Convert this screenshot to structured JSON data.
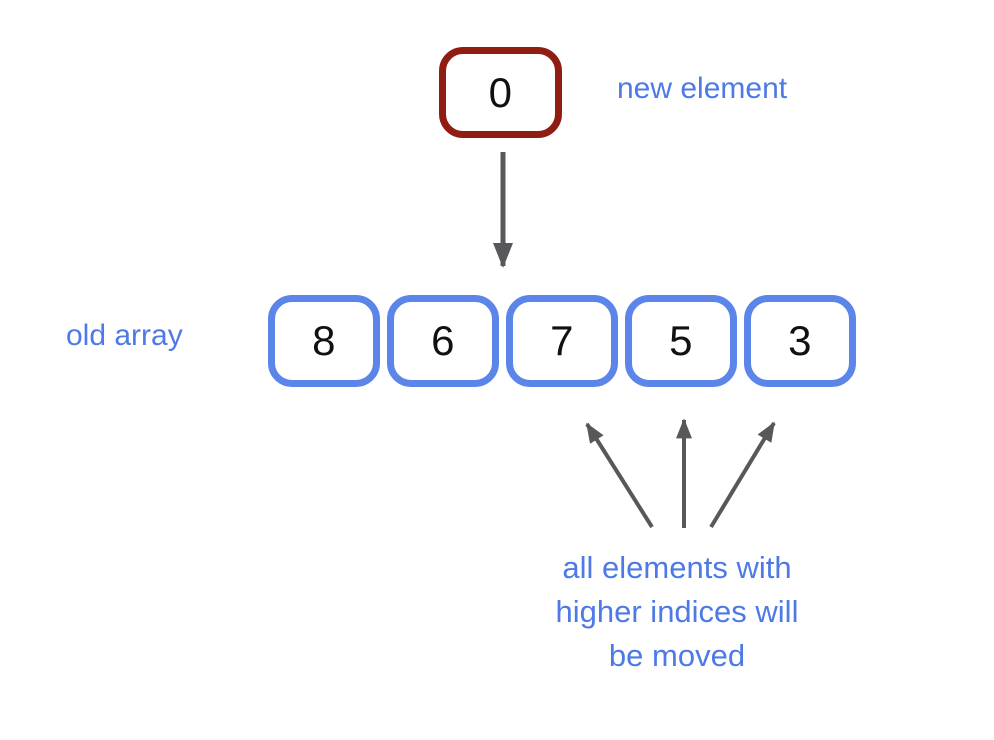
{
  "diagram": {
    "new_element": {
      "value": "0",
      "label": "new element"
    },
    "old_array": {
      "label": "old array",
      "values": [
        "8",
        "6",
        "7",
        "5",
        "3"
      ]
    },
    "annotation": {
      "lines": [
        "all elements with",
        "higher indices will",
        "be moved"
      ]
    }
  },
  "colors": {
    "background": "#ffffff",
    "new_element_border": "#8f1d12",
    "array_border": "#5b85e8",
    "label_text": "#4d7ae6",
    "arrow": "#58585a",
    "number_text": "#111111"
  }
}
